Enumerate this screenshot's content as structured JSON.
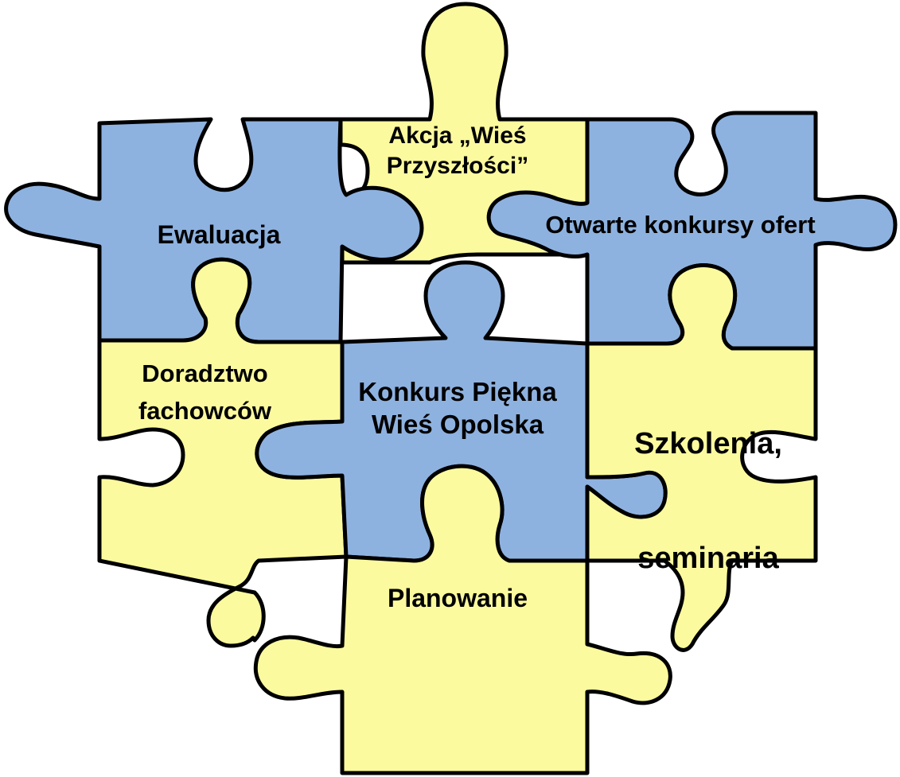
{
  "colors": {
    "blue": "#8EB2E0",
    "yellow": "#FCFA9E",
    "outline": "#000000"
  },
  "pieces": [
    {
      "id": "wies-przyszlosci",
      "color": "yellow",
      "lines": [
        "Akcja „Wieś",
        "Przyszłości”"
      ]
    },
    {
      "id": "ewaluacja",
      "color": "blue",
      "lines": [
        "Ewaluacja"
      ]
    },
    {
      "id": "otwarte-konkursy",
      "color": "blue",
      "lines": [
        "Otwarte konkursy ofert"
      ]
    },
    {
      "id": "doradztwo",
      "color": "yellow",
      "lines": [
        "Doradztwo",
        "fachowców"
      ]
    },
    {
      "id": "konkurs",
      "color": "blue",
      "lines": [
        "Konkurs Piękna",
        "Wieś Opolska"
      ]
    },
    {
      "id": "szkolenia",
      "color": "yellow",
      "lines": [
        "Szkolenia,",
        "seminaria"
      ]
    },
    {
      "id": "planowanie",
      "color": "yellow",
      "lines": [
        "Planowanie"
      ]
    }
  ]
}
